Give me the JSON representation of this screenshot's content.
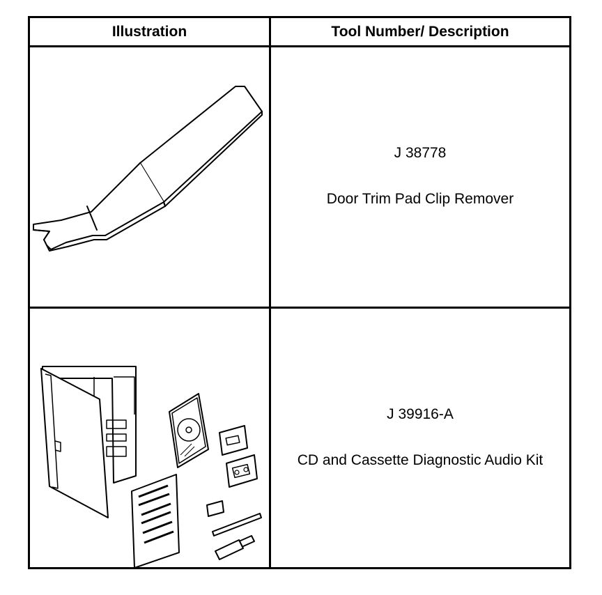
{
  "table": {
    "headers": {
      "illustration": "Illustration",
      "tool": "Tool Number/ Description"
    },
    "rows": [
      {
        "tool_number": "J 38778",
        "description": "Door Trim Pad Clip Remover",
        "illustration_icon": "clip-remover-icon"
      },
      {
        "tool_number": "J 39916-A",
        "description": "CD and Cassette Diagnostic Audio Kit",
        "illustration_icon": "audio-kit-icon"
      }
    ]
  }
}
